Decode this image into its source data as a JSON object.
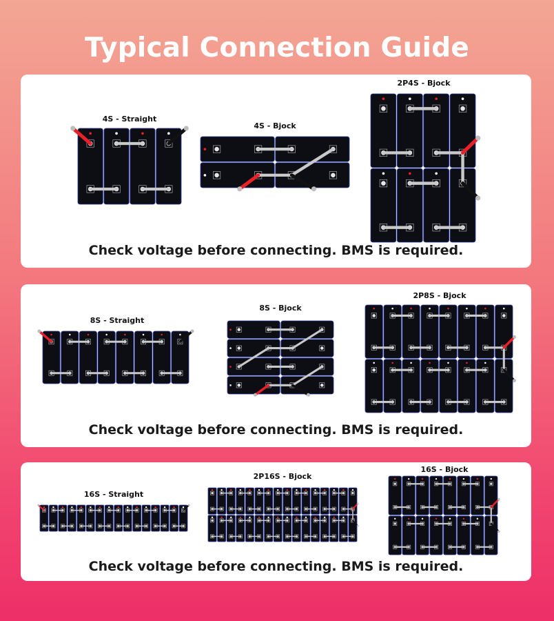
{
  "title": "Typical Connection Guide",
  "note": "Check voltage before connecting. BMS is required.",
  "colors": {
    "accent": "#f2456f",
    "cell": "#0d0d14",
    "bar": "#c9c9c9",
    "positive_wire": "#e8202a",
    "negative_wire": "#111111"
  },
  "panels": [
    {
      "diagrams": [
        {
          "label": "4S - Straight",
          "series": 4,
          "parallel": 1
        },
        {
          "label": "4S - Bjock",
          "series": 4,
          "parallel": 1
        },
        {
          "label": "2P4S - Bjock",
          "series": 4,
          "parallel": 2
        }
      ]
    },
    {
      "diagrams": [
        {
          "label": "8S - Straight",
          "series": 8,
          "parallel": 1
        },
        {
          "label": "8S - Bjock",
          "series": 8,
          "parallel": 1
        },
        {
          "label": "2P8S - Bjock",
          "series": 8,
          "parallel": 2
        }
      ]
    },
    {
      "diagrams": [
        {
          "label": "16S - Straight",
          "series": 16,
          "parallel": 1
        },
        {
          "label": "2P16S - Bjock",
          "series": 16,
          "parallel": 2
        },
        {
          "label": "16S - Bjock",
          "series": 16,
          "parallel": 1
        }
      ]
    }
  ]
}
